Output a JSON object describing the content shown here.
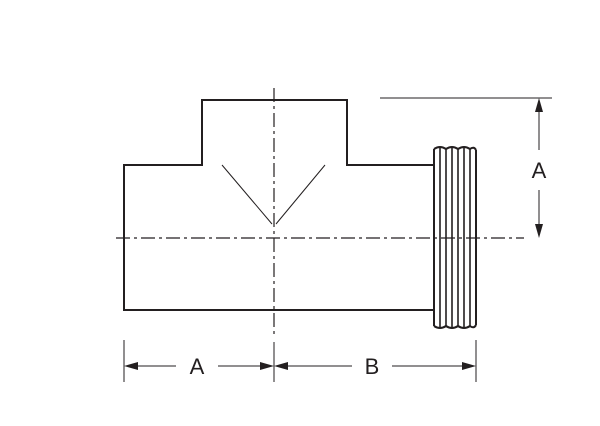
{
  "drawing": {
    "dimensions": {
      "a_horizontal": "A",
      "b_horizontal": "B",
      "a_vertical": "A"
    }
  }
}
